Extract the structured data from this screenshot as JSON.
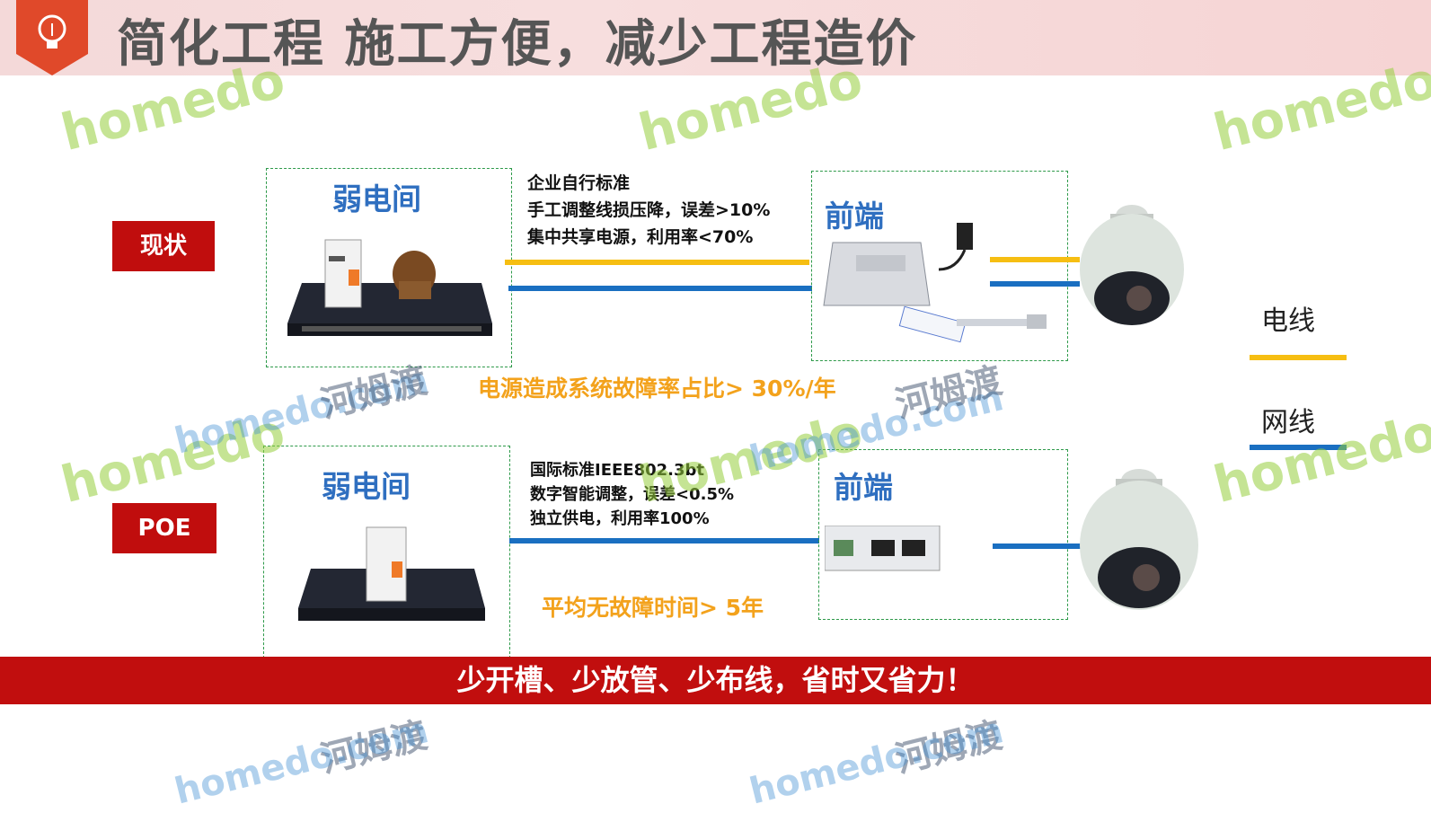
{
  "title": "简化工程 施工方便，减少工程造价",
  "watermark": {
    "logo_text": "homedo",
    "site": "homedo.com",
    "cn": "河姆渡"
  },
  "current": {
    "tag": "现状",
    "room_title": "弱电间",
    "notes": [
      "企业自行标准",
      "手工调整线损压降，误差>10%",
      "集中共享电源，利用率<70%"
    ],
    "front_title": "前端",
    "fault_text": "电源造成系统故障率占比> 30%/年"
  },
  "poe": {
    "tag": "POE",
    "room_title": "弱电间",
    "notes": [
      "国际标准IEEE802.3bt",
      "数字智能调整，误差<0.5%",
      "独立供电，利用率100%"
    ],
    "front_title": "前端",
    "mtbf_text": "平均无故障时间> 5年"
  },
  "legend": [
    {
      "label": "电线",
      "color": "#f6be12"
    },
    {
      "label": "网线",
      "color": "#1a6fc1"
    }
  ],
  "bottom_banner": "少开槽、少放管、少布线，省时又省力！",
  "colors": {
    "accent_red": "#c10e0e",
    "title_blue": "#2f6fc0",
    "orange": "#f3a21c"
  }
}
